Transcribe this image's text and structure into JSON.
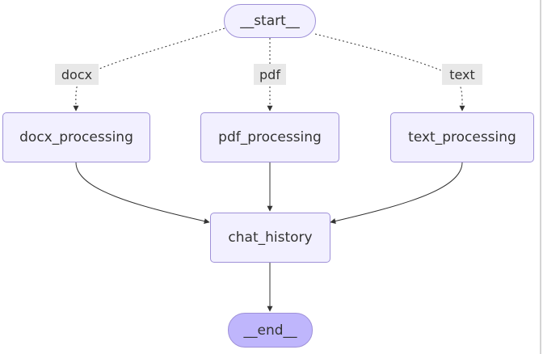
{
  "graph": {
    "colors": {
      "node_fill": "#f2f0ff",
      "node_border": "#9f91d8",
      "terminal_fill": "#bfb6fc",
      "edge": "#333333",
      "label_bg": "#e8e8e8",
      "text": "#333333"
    },
    "nodes": {
      "start": {
        "label": "__start__"
      },
      "docx_processing": {
        "label": "docx_processing"
      },
      "pdf_processing": {
        "label": "pdf_processing"
      },
      "text_processing": {
        "label": "text_processing"
      },
      "chat_history": {
        "label": "chat_history"
      },
      "end": {
        "label": "__end__"
      }
    },
    "edges": [
      {
        "from": "start",
        "to": "docx_processing",
        "label": "docx",
        "style": "dotted"
      },
      {
        "from": "start",
        "to": "pdf_processing",
        "label": "pdf",
        "style": "dotted"
      },
      {
        "from": "start",
        "to": "text_processing",
        "label": "text",
        "style": "dotted"
      },
      {
        "from": "docx_processing",
        "to": "chat_history",
        "style": "solid"
      },
      {
        "from": "pdf_processing",
        "to": "chat_history",
        "style": "solid"
      },
      {
        "from": "text_processing",
        "to": "chat_history",
        "style": "solid"
      },
      {
        "from": "chat_history",
        "to": "end",
        "style": "solid"
      }
    ]
  }
}
